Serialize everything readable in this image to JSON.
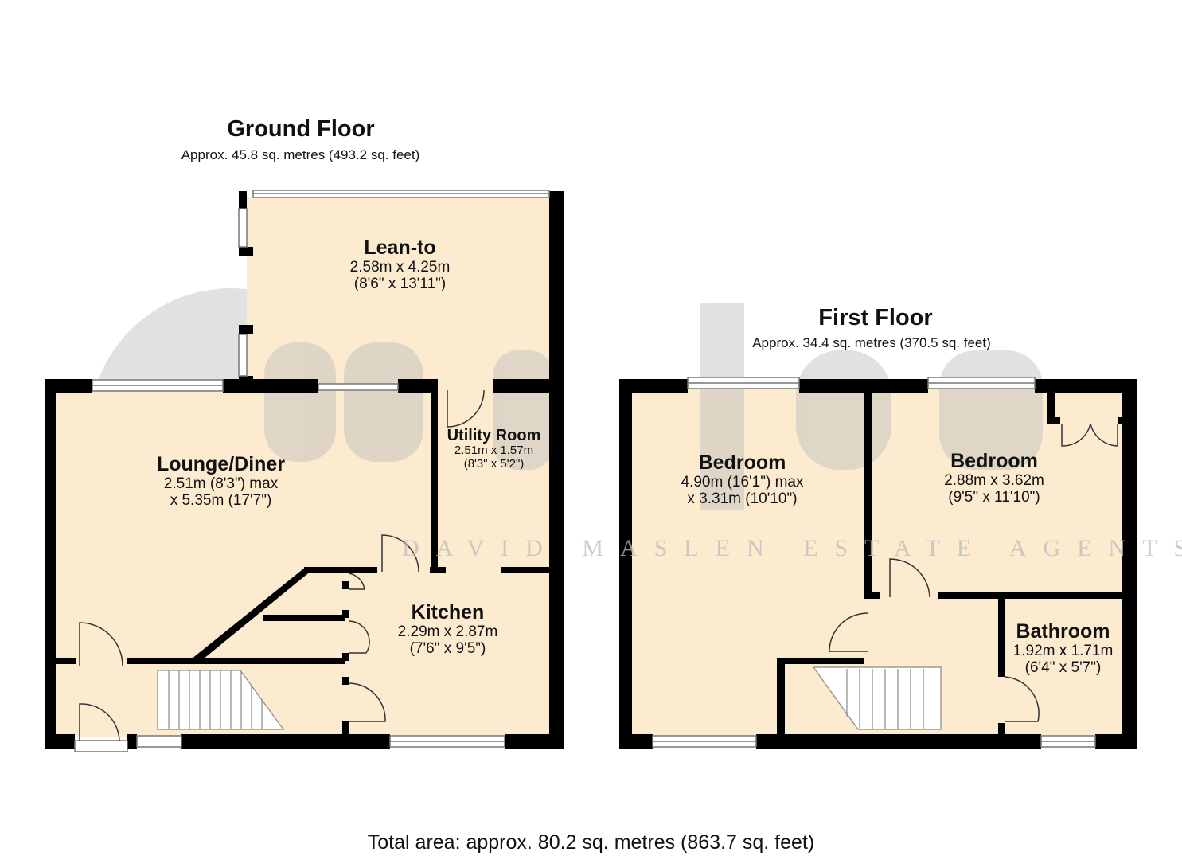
{
  "ground_floor": {
    "title": "Ground Floor",
    "area": "Approx. 45.8 sq. metres (493.2 sq. feet)",
    "rooms": [
      {
        "name": "Lean-to",
        "dim1": "2.58m x 4.25m",
        "dim2": "(8'6\" x 13'11\")"
      },
      {
        "name": "Lounge/Diner",
        "dim1": "2.51m (8'3\") max",
        "dim2": "x 5.35m (17'7\")"
      },
      {
        "name": "Utility Room",
        "dim1": "2.51m x 1.57m",
        "dim2": "(8'3\" x 5'2\")"
      },
      {
        "name": "Kitchen",
        "dim1": "2.29m x 2.87m",
        "dim2": "(7'6\" x 9'5\")"
      }
    ]
  },
  "first_floor": {
    "title": "First Floor",
    "area": "Approx. 34.4 sq. metres (370.5 sq. feet)",
    "rooms": [
      {
        "name": "Bedroom",
        "dim1": "4.90m (16'1\") max",
        "dim2": "x 3.31m (10'10\")"
      },
      {
        "name": "Bedroom",
        "dim1": "2.88m x 3.62m",
        "dim2": "(9'5\" x 11'10\")"
      },
      {
        "name": "Bathroom",
        "dim1": "1.92m x 1.71m",
        "dim2": "(6'4\" x 5'7\")"
      }
    ]
  },
  "total_area": "Total area: approx. 80.2 sq. metres (863.7 sq. feet)",
  "watermark": {
    "logo": "maslen",
    "tagline": "DAVID MASLEN ESTATE AGENTS"
  },
  "colors": {
    "floor_fill": "#fdebd0",
    "wall": "#000000",
    "watermark": "#c8c8c8"
  }
}
